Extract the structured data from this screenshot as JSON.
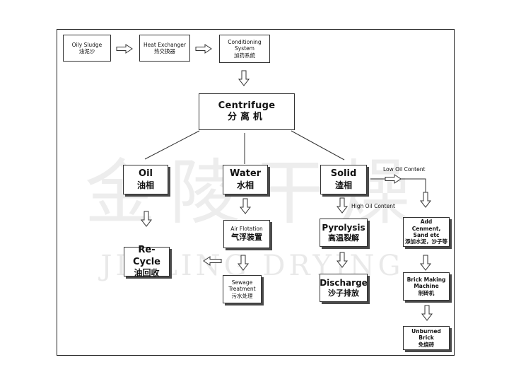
{
  "nodes": {
    "oily_sludge": {
      "en": "Oily Sludge",
      "zh": "油泥沙"
    },
    "heat_exchanger": {
      "en": "Heat Exchanger",
      "zh": "热交换器"
    },
    "conditioning": {
      "en": "Conditioning System",
      "zh": "加药系统"
    },
    "centrifuge": {
      "en": "Centrifuge",
      "zh": "分离机"
    },
    "oil": {
      "en": "Oil",
      "zh": "油相"
    },
    "water": {
      "en": "Water",
      "zh": "水相"
    },
    "solid": {
      "en": "Solid",
      "zh": "渣相"
    },
    "recycle": {
      "en": "Re-Cycle",
      "zh": "油回收"
    },
    "air_flotation": {
      "en": "Air Flotation",
      "zh": "气浮装置"
    },
    "sewage": {
      "en": "Sewage Treatment",
      "zh": "污水处理"
    },
    "pyrolysis": {
      "en": "Pyrolysis",
      "zh": "高温裂解"
    },
    "discharge": {
      "en": "Discharge",
      "zh": "沙子排放"
    },
    "add_cement": {
      "en": "Add Cenment, Sand etc",
      "zh": "添加水泥，沙子等"
    },
    "brick_machine": {
      "en": "Brick Making Machine",
      "zh": "制砖机"
    },
    "unburned_brick": {
      "en": "Unburned Brick",
      "zh": "免烧砖"
    }
  },
  "notes": {
    "low_oil": "Low Oil Content",
    "high_oil": "High Oil Content"
  },
  "watermark": {
    "cn": "金陵干燥",
    "en": "JINLING DRYING"
  }
}
